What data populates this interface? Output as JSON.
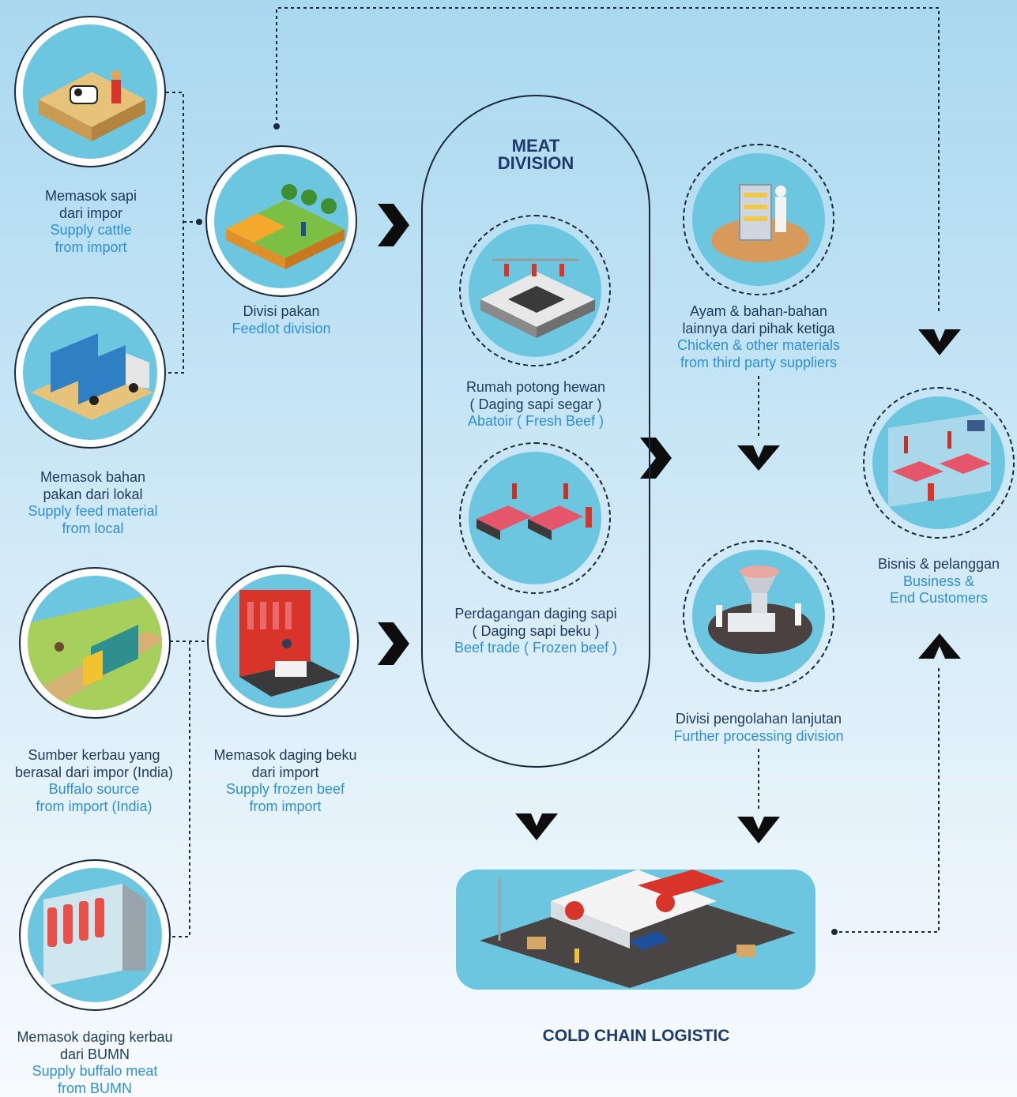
{
  "nodes": {
    "cattle": {
      "id_text": "Memasok sapi dari impor",
      "id_lines": [
        "Memasok sapi",
        "dari impor"
      ],
      "en_lines": [
        "Supply cattle",
        "from import"
      ]
    },
    "feed": {
      "id_lines": [
        "Memasok bahan",
        "pakan dari lokal"
      ],
      "en_lines": [
        "Supply feed material",
        "from local"
      ]
    },
    "feedlot": {
      "id_lines": [
        "Divisi pakan"
      ],
      "en_lines": [
        "Feedlot division"
      ]
    },
    "buffalo_source": {
      "id_lines": [
        "Sumber kerbau yang",
        "berasal dari impor (India)"
      ],
      "en_lines": [
        "Buffalo source",
        "from import (India)"
      ]
    },
    "frozen_import": {
      "id_lines": [
        "Memasok daging beku",
        "dari import"
      ],
      "en_lines": [
        "Supply frozen beef",
        "from import"
      ]
    },
    "buffalo_bumn": {
      "id_lines": [
        "Memasok daging kerbau",
        "dari BUMN"
      ],
      "en_lines": [
        "Supply buffalo meat",
        "from BUMN"
      ]
    },
    "abattoir": {
      "id_lines": [
        "Rumah potong hewan",
        "( Daging sapi segar )"
      ],
      "en_lines": [
        "Abatoir ( Fresh Beef )"
      ]
    },
    "beef_trade": {
      "id_lines": [
        "Perdagangan daging sapi",
        "( Daging sapi beku )"
      ],
      "en_lines": [
        "Beef trade ( Frozen beef )"
      ]
    },
    "chicken": {
      "id_lines": [
        "Ayam & bahan-bahan",
        "lainnya dari pihak ketiga"
      ],
      "en_lines": [
        "Chicken & other materials",
        "from third party suppliers"
      ]
    },
    "processing": {
      "id_lines": [
        "Divisi pengolahan lanjutan"
      ],
      "en_lines": [
        "Further processing division"
      ]
    },
    "business": {
      "id_lines": [
        "Bisnis & pelanggan"
      ],
      "en_lines": [
        "Business &",
        "End Customers"
      ]
    }
  },
  "titles": {
    "meat_division": [
      "MEAT",
      "DIVISION"
    ],
    "cold_chain": "COLD CHAIN LOGISTIC"
  },
  "colors": {
    "indonesian_text": "#1e3a5a",
    "english_text": "#2f8fd3",
    "circle_fill": "#6cc6e0",
    "line": "#1a2a3a"
  },
  "icons": [
    "cow-farm-icon",
    "delivery-trucks-icon",
    "feedlot-farm-icon",
    "buffalo-truck-icon",
    "butcher-shop-icon",
    "meat-cold-storage-icon",
    "slaughter-line-icon",
    "meat-counter-icon",
    "poultry-rack-icon",
    "processing-machine-icon",
    "retail-store-icon",
    "warehouse-trucks-icon"
  ]
}
